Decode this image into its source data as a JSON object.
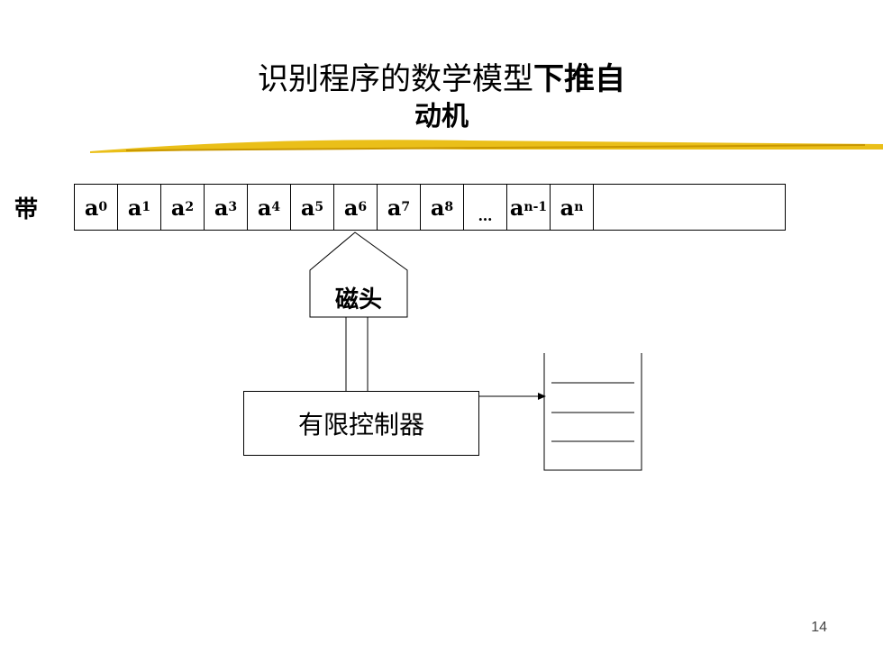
{
  "title": {
    "line1_regular": "识别程序的数学模型",
    "line1_bold": "下推自",
    "line2": "动机"
  },
  "tape": {
    "label": "带",
    "cells": [
      {
        "base": "a",
        "sub": "0"
      },
      {
        "base": "a",
        "sub": "1"
      },
      {
        "base": "a",
        "sub": "2"
      },
      {
        "base": "a",
        "sub": "3"
      },
      {
        "base": "a",
        "sub": "4"
      },
      {
        "base": "a",
        "sub": "5"
      },
      {
        "base": "a",
        "sub": "6"
      },
      {
        "base": "a",
        "sub": "7"
      },
      {
        "base": "a",
        "sub": "8"
      },
      {
        "base": "…",
        "sub": ""
      },
      {
        "base": "a",
        "sub": "n-1"
      },
      {
        "base": "a",
        "sub": "n"
      }
    ]
  },
  "head": {
    "label": "磁头"
  },
  "controller": {
    "label": "有限控制器"
  },
  "page_number": "14",
  "colors": {
    "rule": "#e8b800",
    "line": "#000000"
  }
}
